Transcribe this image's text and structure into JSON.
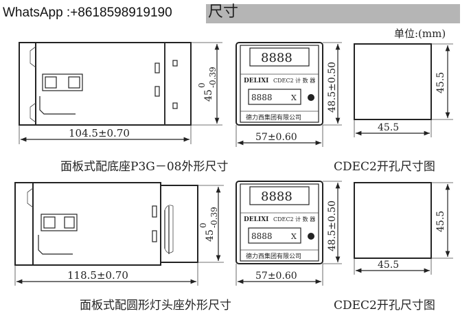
{
  "header": {
    "whatsapp": "WhatsApp :+8618598919190",
    "title_suffix": "尺寸"
  },
  "unit_label": "单位:(mm)",
  "rows": [
    {
      "side_length": "104.5±0.70",
      "side_height": "45",
      "side_tol": "0",
      "side_tol2": "-0.39",
      "front_brand": "DELIXI",
      "front_model": "CDEC2 计 数 器",
      "front_display": "8888",
      "front_digits": "8888",
      "front_company": "德力西集团有限公司",
      "front_width": "57±0.60",
      "front_height": "48.5±0.50",
      "cutout_w": "45.5",
      "cutout_h": "45.5",
      "caption_left": "面板式配底座P3G－08外形尺寸",
      "caption_right": "CDEC2开孔尺寸图"
    },
    {
      "side_length": "118.5±0.70",
      "side_height": "45",
      "side_tol": "0",
      "side_tol2": "-0.39",
      "front_brand": "DELIXI",
      "front_model": "CDEC2 计 数 器",
      "front_display": "8888",
      "front_digits": "8888",
      "front_company": "德力西集团有限公司",
      "front_width": "57±0.60",
      "front_height": "48.5±0.50",
      "cutout_w": "45.5",
      "cutout_h": "45.5",
      "caption_left": "面板式配圆形灯头座外形尺寸",
      "caption_right": "CDEC2开孔尺寸图"
    }
  ]
}
